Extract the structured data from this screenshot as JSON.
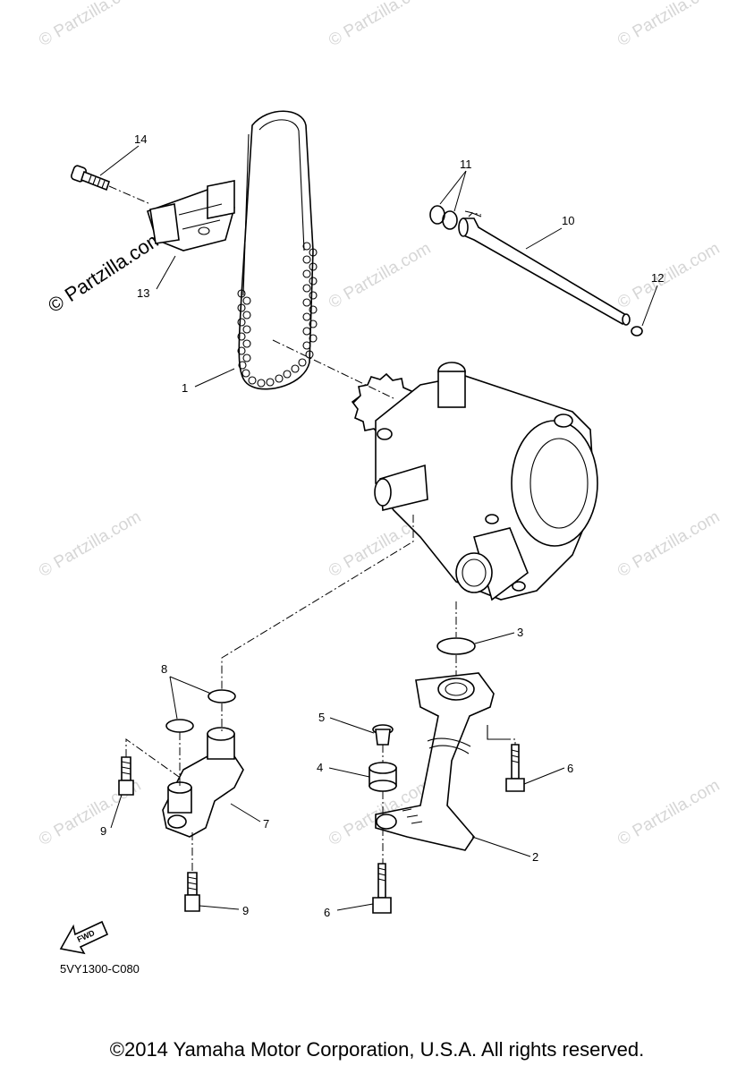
{
  "watermark": "© Partzilla.com",
  "brand_watermark": "© Partzilla.com",
  "callouts": [
    {
      "id": "1",
      "label": "1"
    },
    {
      "id": "2",
      "label": "2"
    },
    {
      "id": "3",
      "label": "3"
    },
    {
      "id": "4",
      "label": "4"
    },
    {
      "id": "5",
      "label": "5"
    },
    {
      "id": "6a",
      "label": "6"
    },
    {
      "id": "6b",
      "label": "6"
    },
    {
      "id": "7",
      "label": "7"
    },
    {
      "id": "8",
      "label": "8"
    },
    {
      "id": "9a",
      "label": "9"
    },
    {
      "id": "9b",
      "label": "9"
    },
    {
      "id": "10",
      "label": "10"
    },
    {
      "id": "11",
      "label": "11"
    },
    {
      "id": "12",
      "label": "12"
    },
    {
      "id": "13",
      "label": "13"
    },
    {
      "id": "14",
      "label": "14"
    }
  ],
  "fwd_label": "FWD",
  "diagram_code": "5VY1300-C080",
  "copyright": "©2014 Yamaha Motor Corporation, U.S.A. All rights reserved."
}
